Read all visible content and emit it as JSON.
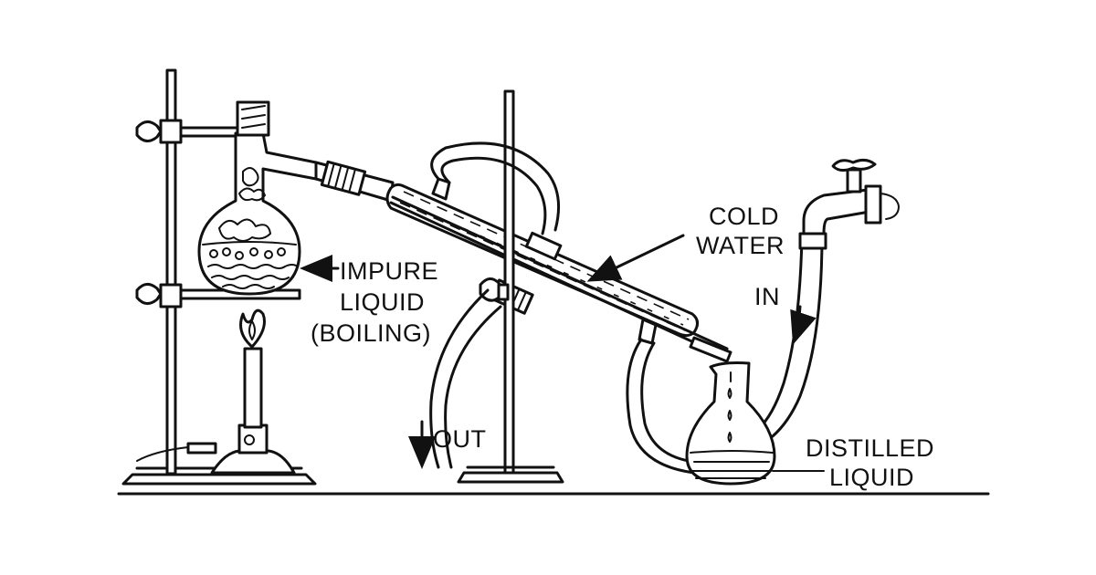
{
  "labels": {
    "cold_line1": "COLD",
    "cold_line2": "WATER",
    "in": "IN",
    "impure_line1": "IMPURE",
    "impure_line2": "LIQUID",
    "impure_line3": "(BOILING)",
    "out": "OUT",
    "distilled_line1": "DISTILLED",
    "distilled_line2": "LIQUID"
  },
  "colors": {
    "ink": "#111111",
    "paper": "#ffffff"
  }
}
